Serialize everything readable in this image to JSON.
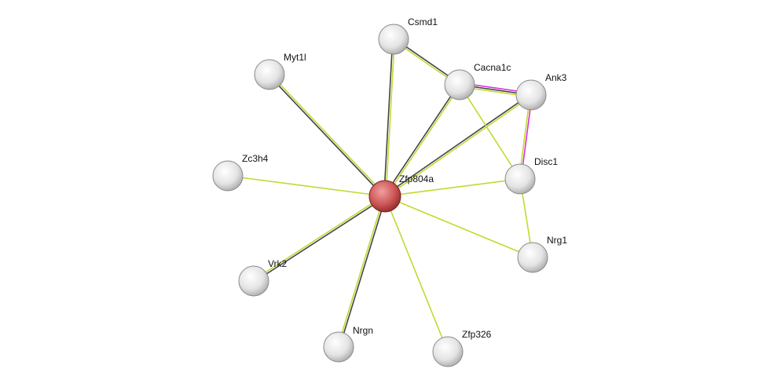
{
  "network": {
    "query_node": "Zfp804a",
    "nodes": [
      "Zfp804a",
      "Csmd1",
      "Myt1l",
      "Cacna1c",
      "Ank3",
      "Zc3h4",
      "Disc1",
      "Nrg1",
      "Vrk2",
      "Nrgn",
      "Zfp326"
    ],
    "edges": [
      {
        "a": "Zfp804a",
        "b": "Csmd1",
        "channels": [
          "dark",
          "yellow"
        ]
      },
      {
        "a": "Zfp804a",
        "b": "Myt1l",
        "channels": [
          "dark",
          "yellow"
        ]
      },
      {
        "a": "Zfp804a",
        "b": "Cacna1c",
        "channels": [
          "dark",
          "yellow"
        ]
      },
      {
        "a": "Zfp804a",
        "b": "Ank3",
        "channels": [
          "dark",
          "yellow"
        ]
      },
      {
        "a": "Zfp804a",
        "b": "Zc3h4",
        "channels": [
          "yellow"
        ]
      },
      {
        "a": "Zfp804a",
        "b": "Disc1",
        "channels": [
          "yellow"
        ]
      },
      {
        "a": "Zfp804a",
        "b": "Nrg1",
        "channels": [
          "yellow"
        ]
      },
      {
        "a": "Zfp804a",
        "b": "Vrk2",
        "channels": [
          "dark",
          "yellow"
        ]
      },
      {
        "a": "Zfp804a",
        "b": "Nrgn",
        "channels": [
          "dark",
          "yellow"
        ]
      },
      {
        "a": "Zfp804a",
        "b": "Zfp326",
        "channels": [
          "yellow"
        ]
      },
      {
        "a": "Csmd1",
        "b": "Cacna1c",
        "channels": [
          "dark",
          "yellow"
        ]
      },
      {
        "a": "Cacna1c",
        "b": "Ank3",
        "channels": [
          "magenta",
          "dark",
          "yellow"
        ]
      },
      {
        "a": "Cacna1c",
        "b": "Disc1",
        "channels": [
          "yellow"
        ]
      },
      {
        "a": "Ank3",
        "b": "Disc1",
        "channels": [
          "magenta",
          "yellow"
        ]
      },
      {
        "a": "Disc1",
        "b": "Nrg1",
        "channels": [
          "yellow"
        ]
      }
    ],
    "colors": {
      "dark": "#444444",
      "yellow": "#c2d930",
      "magenta": "#d632d6",
      "query": "#c44848",
      "node": "#e8e8e8"
    }
  }
}
